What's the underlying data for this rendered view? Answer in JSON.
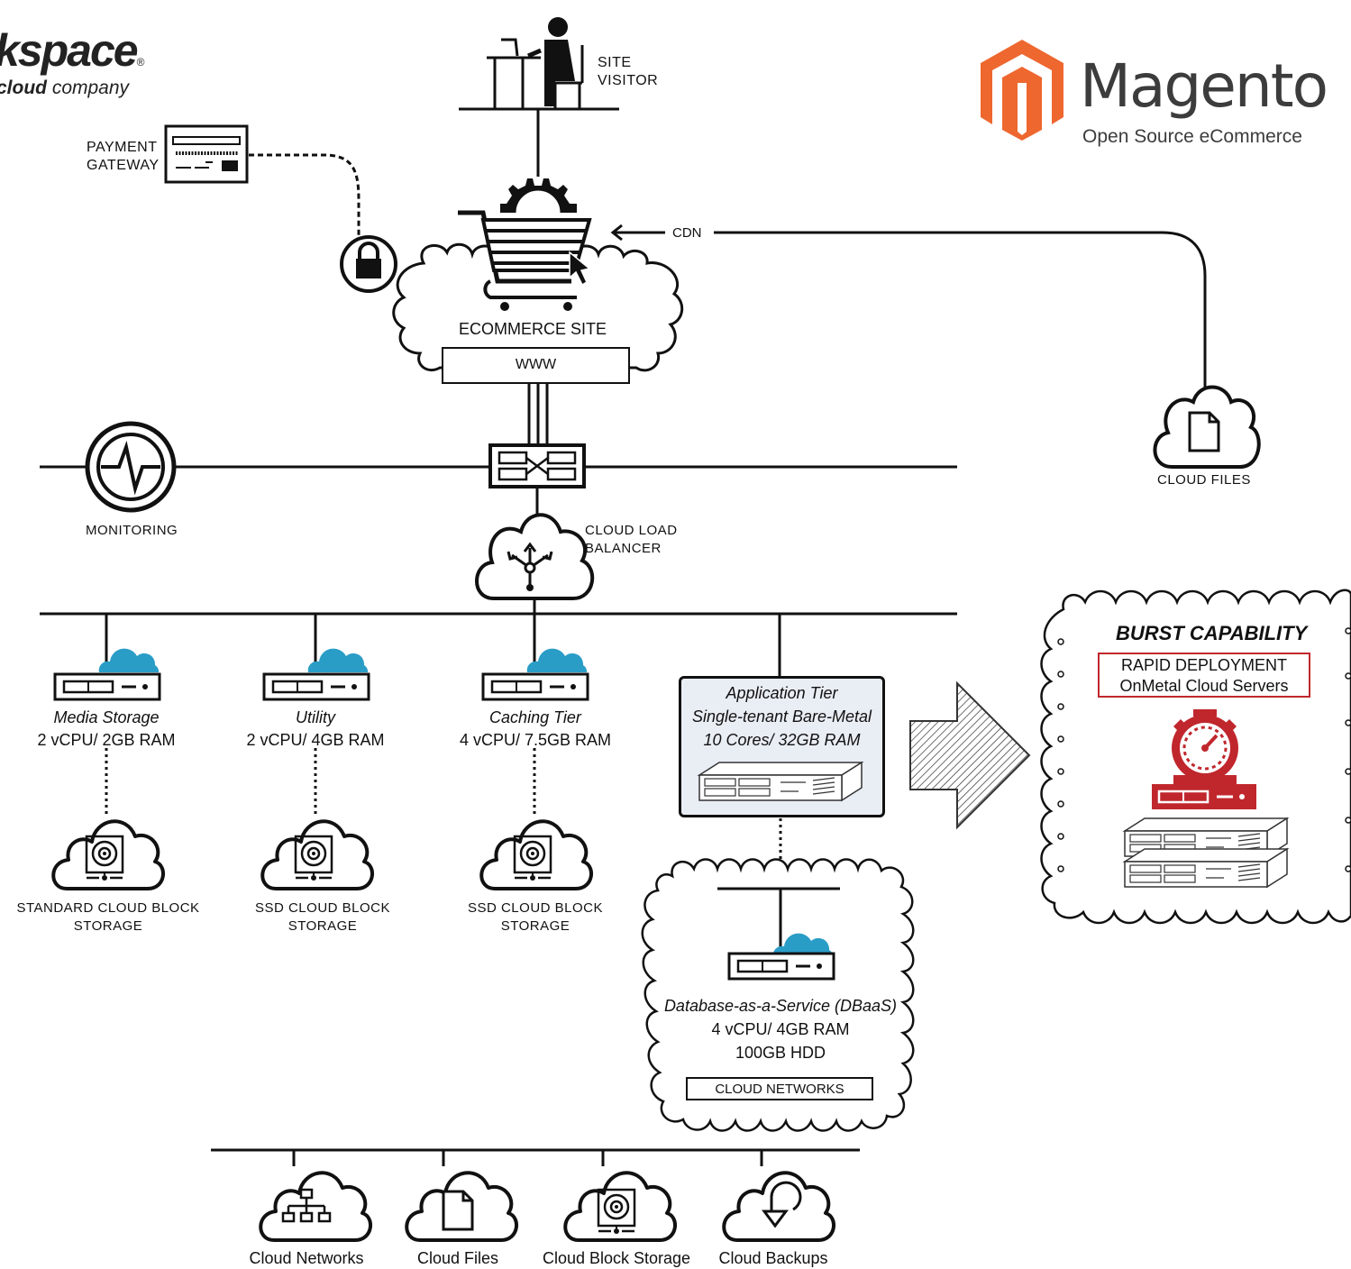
{
  "logos": {
    "rackspace_text": "kspace",
    "rackspace_mark": "®",
    "rackspace_sub_bold": "cloud",
    "rackspace_sub_rest": " company",
    "magento_text": "Magento",
    "magento_tm": "™",
    "magento_sub": "Open Source eCommerce"
  },
  "top": {
    "site_visitor": [
      "SITE",
      "VISITOR"
    ],
    "payment_gateway": [
      "PAYMENT",
      "GATEWAY"
    ],
    "ecommerce_site": "ECOMMERCE SITE",
    "www": "WWW",
    "cdn": "CDN",
    "cloud_files": "CLOUD FILES",
    "monitoring": "MONITORING",
    "load_balancer": [
      "CLOUD LOAD",
      "BALANCER"
    ]
  },
  "servers": [
    {
      "name": "Media Storage",
      "spec": "2 vCPU/ 2GB RAM",
      "storage": [
        "STANDARD CLOUD BLOCK",
        "STORAGE"
      ]
    },
    {
      "name": "Utility",
      "spec": "2 vCPU/ 4GB RAM",
      "storage": [
        "SSD CLOUD BLOCK",
        "STORAGE"
      ]
    },
    {
      "name": "Caching Tier",
      "spec": "4 vCPU/ 7.5GB RAM",
      "storage": [
        "SSD CLOUD BLOCK",
        "STORAGE"
      ]
    }
  ],
  "app_tier": {
    "lines": [
      "Application Tier",
      "Single-tenant Bare-Metal",
      "10 Cores/ 32GB RAM"
    ]
  },
  "database": {
    "lines": [
      "Database-as-a-Service (DBaaS)",
      "4 vCPU/ 4GB RAM",
      "100GB HDD"
    ],
    "networks": "CLOUD NETWORKS"
  },
  "burst": {
    "title": "BURST CAPABILITY",
    "line1": "RAPID DEPLOYMENT",
    "line2": "OnMetal Cloud Servers"
  },
  "bottom": [
    "Cloud Networks",
    "Cloud Files",
    "Cloud Block Storage",
    "Cloud Backups"
  ],
  "colors": {
    "accent_blue": "#2a9dc7",
    "alert_red": "#c0272d",
    "magento_orange": "#ee672f",
    "app_fill": "#e9edf4"
  }
}
